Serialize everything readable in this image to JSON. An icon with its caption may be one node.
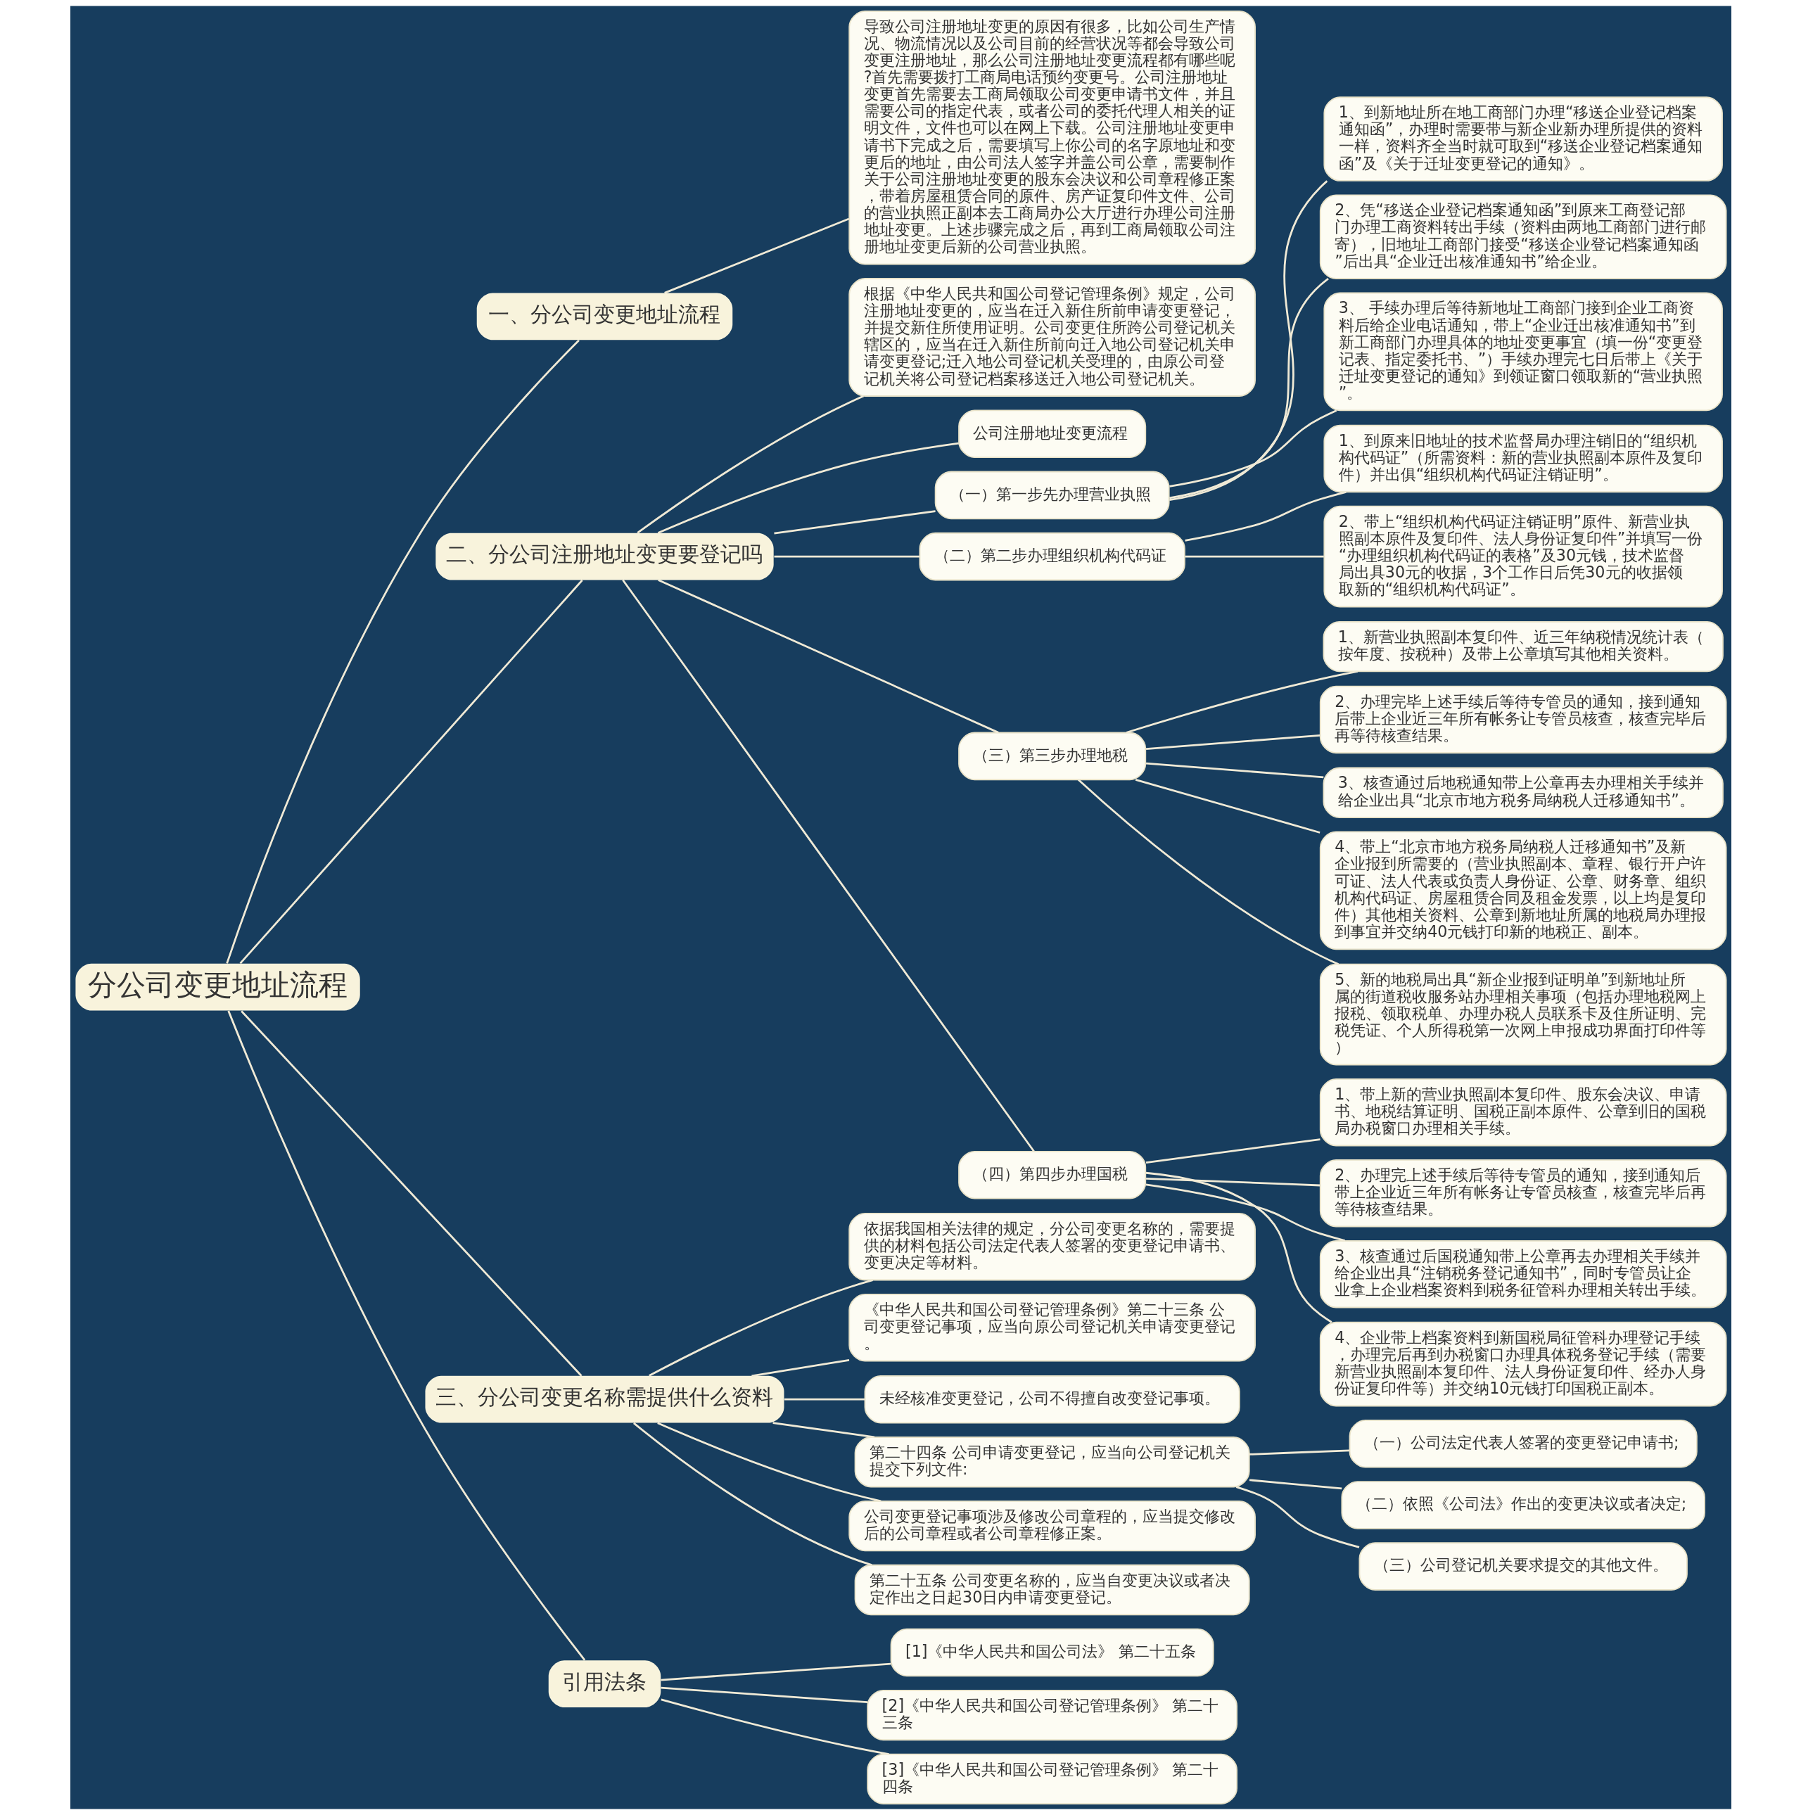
{
  "diagram": {
    "nodes": [
      {
        "text": [
          "分公司变更地址流程"
        ]
      },
      {
        "text": [
          "一、分公司变更地址流程"
        ]
      },
      {
        "text": [
          "导致公司注册地址变更的原因有很多，比如公司生产情况、物流情况以及公司目前的经营状况等都会导致公司变更注册地址，那么公司注册地址变更流程都有哪些呢?首先需要拨打工商局电话预约变更号。公司注册地址变更首先需要去工商局领取公司变更申请书文件，并且需要公司的指定代表，或者公司的委托代理人相关的证明文件，文件也可以在网上下载。公司注册地址变更申请书下完成之后，需要填写上你公司的名字原地址和变更后的地址，由公司法人签字并盖公司公章，需要制作关于公司注册地址变更的股东会决议和公司章程修正案，带着房屋租赁合同的原件、房产证复印件文件、公司的营业执照正副本去工商局办公大厅进行办理公司注册地址变更。上述步骤完成之后，再到工商局领取公司注册地址变更后新的公司营业执照。"
        ]
      },
      {
        "text": [
          "二、分公司注册地址变更要登记吗"
        ]
      },
      {
        "text": [
          "根据《中华人民共和国公司登记管理条例》规定，公司注册地址变更的，应当在迁入新住所前申请变更登记，并提交新住所使用证明。公司变更住所跨公司登记机关辖区的，应当在迁入新住所前向迁入地公司登记机关申请变更登记;迁入地公司登记机关受理的，由原公司登记机关将公司登记档案移送迁入地公司登记机关。"
        ]
      },
      {
        "text": [
          "公司注册地址变更流程"
        ]
      },
      {
        "text": [
          "（一）第一步先办理营业执照"
        ]
      },
      {
        "text": [
          "1、到新地址所在地工商部门办理“移送企业登记档案通知函”，办理时需要带与新企业新办理所提供的资料一样，资料齐全当时就可取到“移送企业登记档案通知函”及《关于迁址变更登记的通知》。"
        ]
      },
      {
        "text": [
          "2、凭“移送企业登记档案通知函”到原来工商登记部门办理工商资料转出手续（资料由两地工商部门进行邮寄），旧地址工商部门接受“移送企业登记档案通知函”后出具“企业迁出核准通知书”给企业。"
        ]
      },
      {
        "text": [
          "3、 手续办理后等待新地址工商部门接到企业工商资料后给企业电话通知，带上“企业迁出核准通知书”到新工商部门办理具体的地址变更事宜（填一份“变更登记表、指定委托书、”）手续办理完七日后带上《关于迁址变更登记的通知》到领证窗口领取新的“营业执照”。"
        ]
      },
      {
        "text": [
          "（二）第二步办理组织机构代码证"
        ]
      },
      {
        "text": [
          "1、到原来旧地址的技术监督局办理注销旧的“组织机构代码证”（所需资料：新的营业执照副本原件及复印件）并出俱“组织机构代码证注销证明”。"
        ]
      },
      {
        "text": [
          "2、带上“组织机构代码证注销证明”原件、新营业执照副本原件及复印件、法人身份证复印件”并填写一份“办理组织机构代码证的表格”及30元钱，技术监督局出具30元的收据，3个工作日后凭30元的收据领取新的“组织机构代码证”。"
        ]
      },
      {
        "text": [
          "（三）第三步办理地税"
        ]
      },
      {
        "text": [
          "1、新营业执照副本复印件、近三年纳税情况统计表（按年度、按税种）及带上公章填写其他相关资料。"
        ]
      },
      {
        "text": [
          "2、办理完毕上述手续后等待专管员的通知，接到通知后带上企业近三年所有帐务让专管员核查，核查完毕后再等待核查结果。"
        ]
      },
      {
        "text": [
          "3、核查通过后地税通知带上公章再去办理相关手续并给企业出具“北京市地方税务局纳税人迁移通知书”。"
        ]
      },
      {
        "text": [
          "4、带上“北京市地方税务局纳税人迁移通知书”及新企业报到所需要的（营业执照副本、章程、银行开户许可证、法人代表或负责人身份证、公章、财务章、组织机构代码证、房屋租赁合同及租金发票，以上均是复印件）其他相关资料、公章到新地址所属的地税局办理报到事宜并交纳40元钱打印新的地税正、副本。"
        ]
      },
      {
        "text": [
          "5、新的地税局出具“新企业报到证明单”到新地址所属的街道税收服务站办理相关事项（包括办理地税网上报税、领取税单、办理办税人员联系卡及住所证明、完税凭证、个人所得税第一次网上申报成功界面打印件等）"
        ]
      },
      {
        "text": [
          "（四）第四步办理国税"
        ]
      },
      {
        "text": [
          "1、带上新的营业执照副本复印件、股东会决议、申请书、地税结算证明、国税正副本原件、公章到旧的国税局办税窗口办理相关手续。"
        ]
      },
      {
        "text": [
          "2、办理完上述手续后等待专管员的通知，接到通知后带上企业近三年所有帐务让专管员核查，核查完毕后再等待核查结果。"
        ]
      },
      {
        "text": [
          "3、核查通过后国税通知带上公章再去办理相关手续并给企业出具“注销税务登记通知书”，同时专管员让企业拿上企业档案资料到税务征管科办理相关转出手续。"
        ]
      },
      {
        "text": [
          "4、企业带上档案资料到新国税局征管科办理登记手续，办理完后再到办税窗口办理具体税务登记手续（需要新营业执照副本复印件、法人身份证复印件、经办人身份证复印件等）并交纳10元钱打印国税正副本。"
        ]
      },
      {
        "text": [
          "三、分公司变更名称需提供什么资料"
        ]
      },
      {
        "text": [
          "依据我国相关法律的规定，分公司变更名称的，需要提供的材料包括公司法定代表人签署的变更登记申请书、变更决定等材料。"
        ]
      },
      {
        "text": [
          "《中华人民共和国公司登记管理条例》第二十三条 公司变更登记事项，应当向原公司登记机关申请变更登记。"
        ]
      },
      {
        "text": [
          "未经核准变更登记，公司不得擅自改变登记事项。"
        ]
      },
      {
        "text": [
          "第二十四条 公司申请变更登记，应当向公司登记机关提交下列文件:"
        ]
      },
      {
        "text": [
          "（一）公司法定代表人签署的变更登记申请书;"
        ]
      },
      {
        "text": [
          "（二）依照《公司法》作出的变更决议或者决定;"
        ]
      },
      {
        "text": [
          "（三）公司登记机关要求提交的其他文件。"
        ]
      },
      {
        "text": [
          "公司变更登记事项涉及修改公司章程的，应当提交修改后的公司章程或者公司章程修正案。"
        ]
      },
      {
        "text": [
          "第二十五条 公司变更名称的，应当自变更决议或者决定作出之日起30日内申请变更登记。"
        ]
      },
      {
        "text": [
          "引用法条"
        ]
      },
      {
        "text": [
          "[1]《中华人民共和国公司法》 第二十五条"
        ]
      },
      {
        "text": [
          "[2]《中华人民共和国公司登记管理条例》 第二十三条"
        ]
      },
      {
        "text": [
          "[3]《中华人民共和国公司登记管理条例》 第二十四条"
        ]
      }
    ],
    "edges": [
      {
        "from": 0,
        "to": 1,
        "arrow": "none"
      },
      {
        "from": 1,
        "to": 2,
        "arrow": "none"
      },
      {
        "from": 0,
        "to": 3,
        "arrow": "none"
      },
      {
        "from": 3,
        "to": 4,
        "arrow": "none"
      },
      {
        "from": 3,
        "to": 5,
        "arrow": "none"
      },
      {
        "from": 3,
        "to": 6,
        "arrow": "none"
      },
      {
        "from": 6,
        "to": 7,
        "arrow": "none"
      },
      {
        "from": 6,
        "to": 8,
        "arrow": "none"
      },
      {
        "from": 6,
        "to": 9,
        "arrow": "none"
      },
      {
        "from": 3,
        "to": 10,
        "arrow": "none"
      },
      {
        "from": 10,
        "to": 11,
        "arrow": "none"
      },
      {
        "from": 10,
        "to": 12,
        "arrow": "none"
      },
      {
        "from": 3,
        "to": 13,
        "arrow": "none"
      },
      {
        "from": 13,
        "to": 14,
        "arrow": "none"
      },
      {
        "from": 13,
        "to": 15,
        "arrow": "none"
      },
      {
        "from": 13,
        "to": 16,
        "arrow": "none"
      },
      {
        "from": 13,
        "to": 17,
        "arrow": "none"
      },
      {
        "from": 13,
        "to": 18,
        "arrow": "none"
      },
      {
        "from": 3,
        "to": 19,
        "arrow": "none"
      },
      {
        "from": 19,
        "to": 20,
        "arrow": "none"
      },
      {
        "from": 19,
        "to": 21,
        "arrow": "none"
      },
      {
        "from": 19,
        "to": 22,
        "arrow": "none"
      },
      {
        "from": 19,
        "to": 23,
        "arrow": "none"
      },
      {
        "from": 0,
        "to": 24,
        "arrow": "none"
      },
      {
        "from": 24,
        "to": 25,
        "arrow": "none"
      },
      {
        "from": 24,
        "to": 26,
        "arrow": "none"
      },
      {
        "from": 24,
        "to": 27,
        "arrow": "none"
      },
      {
        "from": 24,
        "to": 28,
        "arrow": "none"
      },
      {
        "from": 28,
        "to": 29,
        "arrow": "none"
      },
      {
        "from": 28,
        "to": 30,
        "arrow": "none"
      },
      {
        "from": 28,
        "to": 31,
        "arrow": "none"
      },
      {
        "from": 24,
        "to": 32,
        "arrow": "none"
      },
      {
        "from": 24,
        "to": 33,
        "arrow": "none"
      },
      {
        "from": 0,
        "to": 34,
        "arrow": "none"
      },
      {
        "from": 34,
        "to": 35,
        "arrow": "none"
      },
      {
        "from": 34,
        "to": 36,
        "arrow": "none"
      },
      {
        "from": 34,
        "to": 37,
        "arrow": "none"
      }
    ]
  }
}
